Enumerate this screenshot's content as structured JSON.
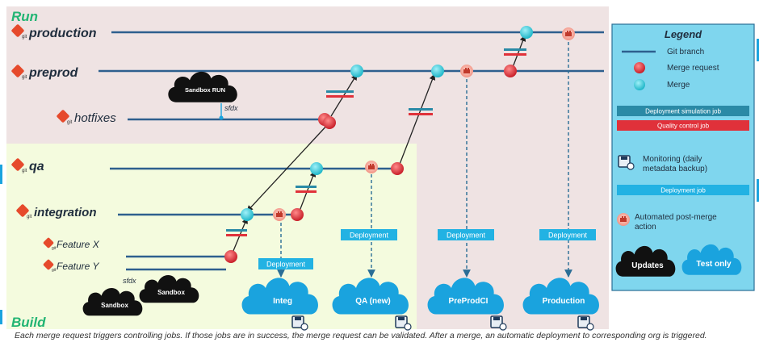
{
  "sections": {
    "run": "Run",
    "build": "Build"
  },
  "branches": {
    "production": "production",
    "preprod": "preprod",
    "hotfixes": "hotfixes",
    "qa": "qa",
    "integration": "integration",
    "feature_x": "Feature X",
    "feature_y": "Feature Y"
  },
  "git_badge": "git",
  "clouds": {
    "sandbox_run": "Sandbox RUN",
    "sfdx_top": "sfdx",
    "sfdx_bottom": "sfdx",
    "sandbox_1": "Sandbox",
    "sandbox_2": "Sandbox",
    "orgs": [
      "Integ",
      "QA (new)",
      "PreProdCI",
      "Production"
    ]
  },
  "deployment_label": "Deployment",
  "legend": {
    "title": "Legend",
    "git_branch": "Git branch",
    "merge_request": "Merge request",
    "merge": "Merge",
    "deployment_simulation": "Deployment simulation job",
    "quality_control": "Quality control job",
    "monitoring": "Monitoring (daily metadata backup)",
    "deployment_job": "Deployment job",
    "post_merge": "Automated post-merge action",
    "updates": "Updates",
    "test_only": "Test only"
  },
  "caption": "Each merge request triggers controlling jobs. If those jobs are in success, the merge request can be validated. After a merge, an automatic deployment to corresponding org is triggered.",
  "colors": {
    "run_bg": "#efe3e3",
    "build_bg": "#f4fbde",
    "branch_line": "#2e5f8e",
    "merge_request": "#e0313a",
    "merge": "#2fc6d6",
    "deploy_box": "#22b2e3",
    "cloud": "#1aa3de",
    "sim_job": "#2a8aa6",
    "qc_job": "#e0313a",
    "legend_bg": "#7fd6ee",
    "legend_border": "#2a6e96",
    "section_label": "#23b574",
    "git_icon": "#e64a2c"
  },
  "icons": [
    "git-icon",
    "floppy-disk-icon",
    "clock-icon",
    "gear-icon"
  ]
}
